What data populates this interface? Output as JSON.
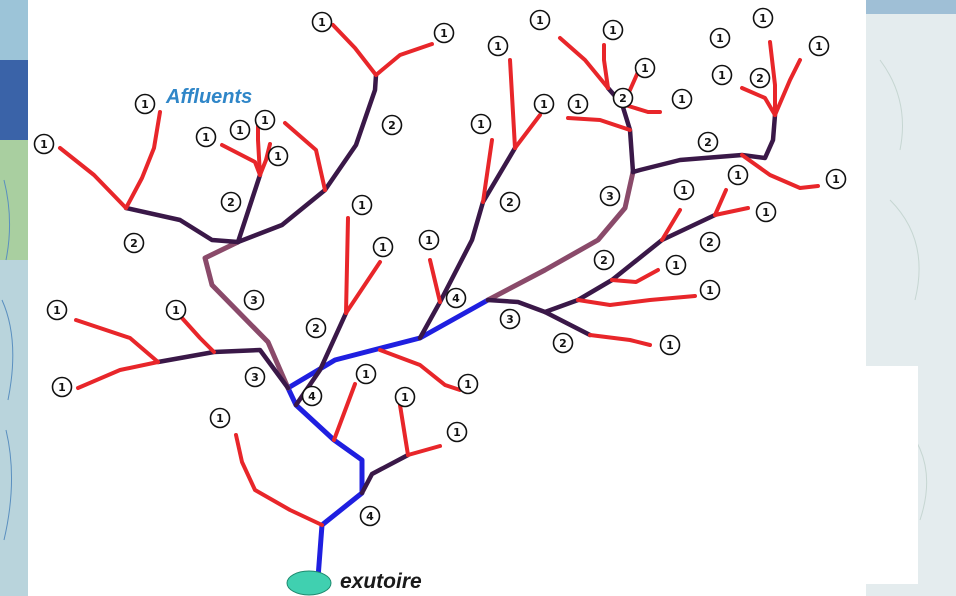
{
  "labels": {
    "affluents": "Affluents",
    "exutoire": "exutoire"
  },
  "colors": {
    "order1": "#e8262a",
    "order2": "#3a1848",
    "order3": "#8a4a6a",
    "order4": "#1f1fe0",
    "outlet": "#40d0b0",
    "affluents_text": "#2f86c8"
  },
  "stream_orders": [
    "1",
    "2",
    "3",
    "4"
  ]
}
